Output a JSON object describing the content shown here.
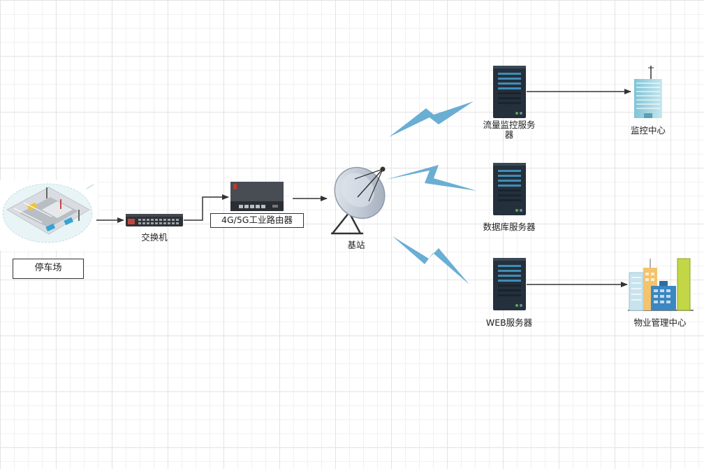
{
  "nodes": {
    "parking": "停车场",
    "switch": "交换机",
    "router": "4G/5G工业路由器",
    "base_station": "基站",
    "traffic_server_line1": "流量监控服务",
    "traffic_server_line2": "器",
    "db_server": "数据库服务器",
    "web_server": "WEB服务器",
    "monitor_center": "监控中心",
    "property_center": "物业管理中心"
  },
  "colors": {
    "signal": "#6aaed3",
    "server_body": "#24303c",
    "arrow": "#333333"
  }
}
